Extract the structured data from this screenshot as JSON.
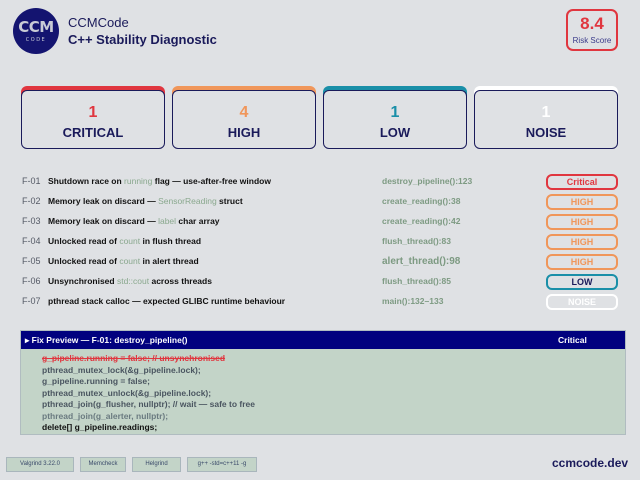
{
  "header": {
    "logo_top": "CCM",
    "logo_bottom": "CODE",
    "brand": "CCMCode",
    "title": "C++ Stability Diagnostic"
  },
  "risk": {
    "value": "8.4",
    "label": "Risk Score",
    "color": "#e0363f"
  },
  "summary": [
    {
      "count": "1",
      "label": "CRITICAL",
      "color": "#e0363f"
    },
    {
      "count": "4",
      "label": "HIGH",
      "color": "#f0965a"
    },
    {
      "count": "1",
      "label": "LOW",
      "color": "#1a8fa8"
    },
    {
      "count": "1",
      "label": "NOISE",
      "color": "#ffffff"
    }
  ],
  "findings": [
    {
      "id": "F-01",
      "pre": "Shutdown race on ",
      "hl": "running",
      "post": " flag — use-after-free window",
      "loc": "destroy_pipeline():123",
      "severity": "Critical"
    },
    {
      "id": "F-02",
      "pre": "Memory leak on discard — ",
      "hl": "SensorReading",
      "post": " struct",
      "loc": "create_reading():38",
      "severity": "HIGH"
    },
    {
      "id": "F-03",
      "pre": "Memory leak on discard — ",
      "hl": "label",
      "post": " char array",
      "loc": "create_reading():42",
      "severity": "HIGH"
    },
    {
      "id": "F-04",
      "pre": "Unlocked read of ",
      "hl": "count",
      "post": " in flush thread",
      "loc": "flush_thread():83",
      "severity": "HIGH"
    },
    {
      "id": "F-05",
      "pre": "Unlocked read of ",
      "hl": "count",
      "post": " in alert thread",
      "loc": "alert_thread():98",
      "severity": "HIGH"
    },
    {
      "id": "F-06",
      "pre": "Unsynchronised ",
      "hl": "std::cout",
      "post": " across threads",
      "loc": "flush_thread():85",
      "severity": "LOW"
    },
    {
      "id": "F-07",
      "pre": "pthread stack calloc — expected GLIBC runtime behaviour",
      "hl": "",
      "post": "",
      "loc": "main():132–133",
      "severity": "NOISE"
    }
  ],
  "fix": {
    "title": "▸ Fix Preview — F-01: destroy_pipeline()",
    "severity": "Critical",
    "lines": [
      "g_pipeline.running = false; // unsynchronised",
      "pthread_mutex_lock(&g_pipeline.lock);",
      "g_pipeline.running = false;",
      "pthread_mutex_unlock(&g_pipeline.lock);",
      "pthread_join(g_flusher, nullptr); // wait — safe to free",
      "pthread_join(g_alerter, nullptr);",
      "delete[] g_pipeline.readings;"
    ]
  },
  "footer": {
    "tags": [
      "Valgrind 3.22.0",
      "Memcheck",
      "Helgrind",
      "g++ -std=c++11 -g"
    ],
    "site": "ccmcode.dev"
  }
}
